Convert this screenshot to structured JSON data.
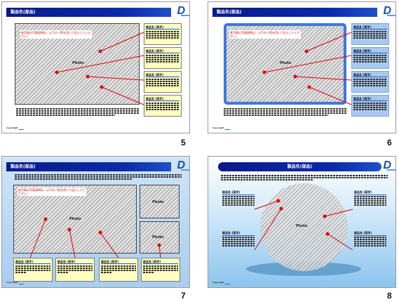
{
  "slides": [
    {
      "number": "5",
      "title": "製品名(部品)",
      "photo_label": "Photo",
      "photo_text": "各写真の写真説明は、以下の一覧を用いて記入してください。",
      "box_heading": "部品名 (英字)",
      "copyright": "Copyright"
    },
    {
      "number": "6",
      "title": "製品名(部品)",
      "photo_label": "Photo",
      "photo_text": "各写真の写真説明は、以下の一覧を用いて記入してください。",
      "box_heading": "部品名 (英字)",
      "copyright": "Copyright"
    },
    {
      "number": "7",
      "title": "製品名(部品)",
      "photo_label": "Photo",
      "photo_label_2": "Photo",
      "photo_label_3": "Photo",
      "photo_text": "各写真の写真説明は、以下の一覧を用いて記入してください。",
      "box_heading": "部品名 (英字)",
      "copyright": "Copyright"
    },
    {
      "number": "8",
      "title": "製品名(部品)",
      "photo_label": "Photo",
      "box_heading": "部品名 (英字)",
      "copyright": "Copyright"
    }
  ],
  "logo": "D",
  "colors": {
    "title_bar": "#0b2aa8",
    "callout_line": "#e00000",
    "yellow_box": "#ffffbf",
    "blue_box": "#a9c8ee"
  }
}
